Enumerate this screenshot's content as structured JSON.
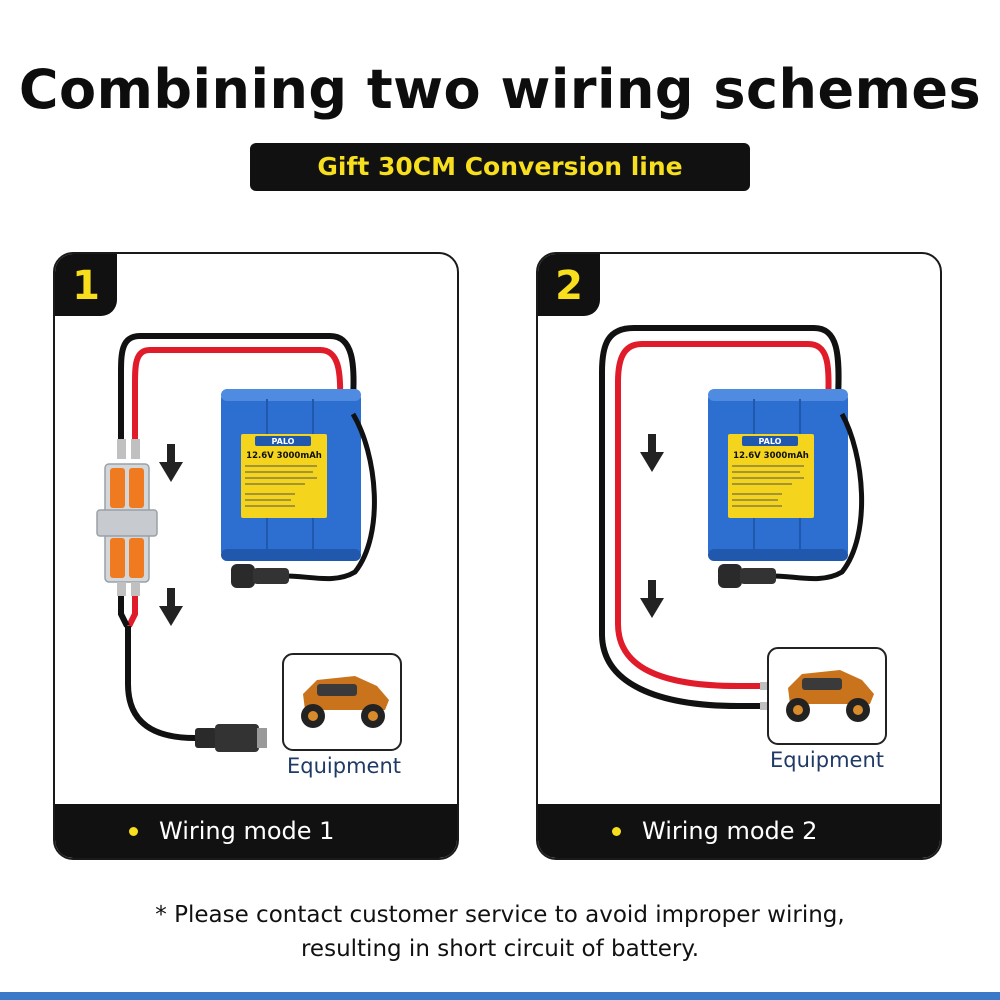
{
  "header": {
    "title": "Combining two wiring schemes",
    "subtitle": "Gift 30CM Conversion line"
  },
  "panels": [
    {
      "number": "1",
      "caption": "Wiring mode 1",
      "equipment_label": "Equipment",
      "battery": {
        "brand": "PALO",
        "rating": "12.6V 3000mAh"
      }
    },
    {
      "number": "2",
      "caption": "Wiring mode 2",
      "equipment_label": "Equipment",
      "battery": {
        "brand": "PALO",
        "rating": "12.6V 3000mAh"
      }
    }
  ],
  "footer_note": {
    "line1": "* Please contact customer service to avoid improper wiring,",
    "line2": "resulting in short circuit of battery."
  },
  "colors": {
    "accent_yellow": "#f7df1e",
    "panel_dark": "#111111",
    "battery_blue": "#2d6fd1",
    "wire_red": "#e01b2a",
    "wire_black": "#111111",
    "connector_orange": "#f07a20",
    "equipment_text": "#1f3a66"
  }
}
